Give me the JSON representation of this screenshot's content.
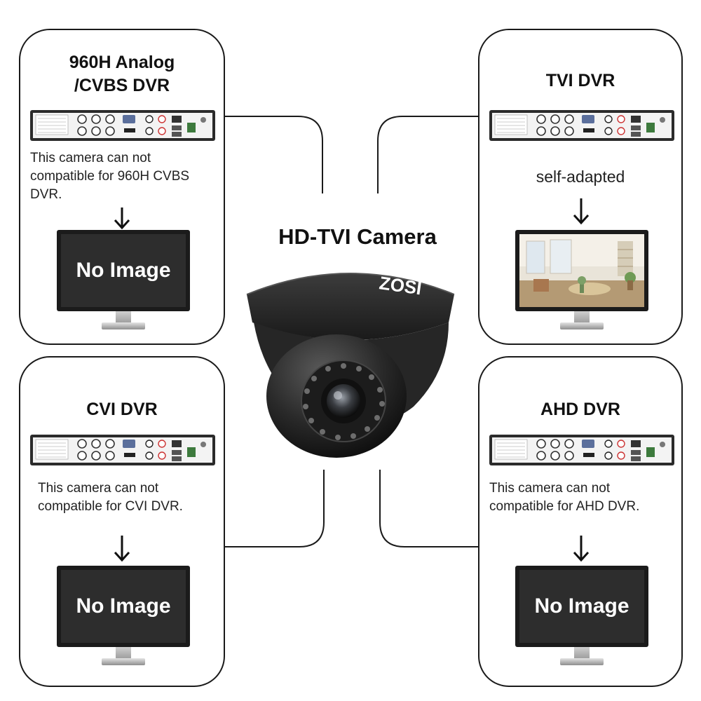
{
  "camera": {
    "title": "HD-TVI Camera",
    "brand": "ZOSI"
  },
  "panels": {
    "top_left": {
      "title_line1": "960H Analog",
      "title_line2": "/CVBS DVR",
      "desc_line1": "This camera can not",
      "desc_line2": "compatible for 960H CVBS",
      "desc_line3": "DVR.",
      "screen_text": "No Image"
    },
    "top_right": {
      "title": "TVI DVR",
      "desc": "self-adapted",
      "screen_content": "room-photo"
    },
    "bottom_left": {
      "title": "CVI DVR",
      "desc_line1": "This camera can not",
      "desc_line2": "compatible for CVI DVR.",
      "screen_text": "No Image"
    },
    "bottom_right": {
      "title": "AHD DVR",
      "desc_line1": "This camera can not",
      "desc_line2": "compatible for AHD DVR.",
      "screen_text": "No Image"
    }
  },
  "icons": {
    "arrow": "down-arrow-icon",
    "dvr": "dvr-back-panel-icon",
    "monitor": "monitor-icon"
  },
  "colors": {
    "border": "#1a1a1a",
    "screen": "#2d2d2d",
    "camera_body": "#2a2a2a"
  }
}
